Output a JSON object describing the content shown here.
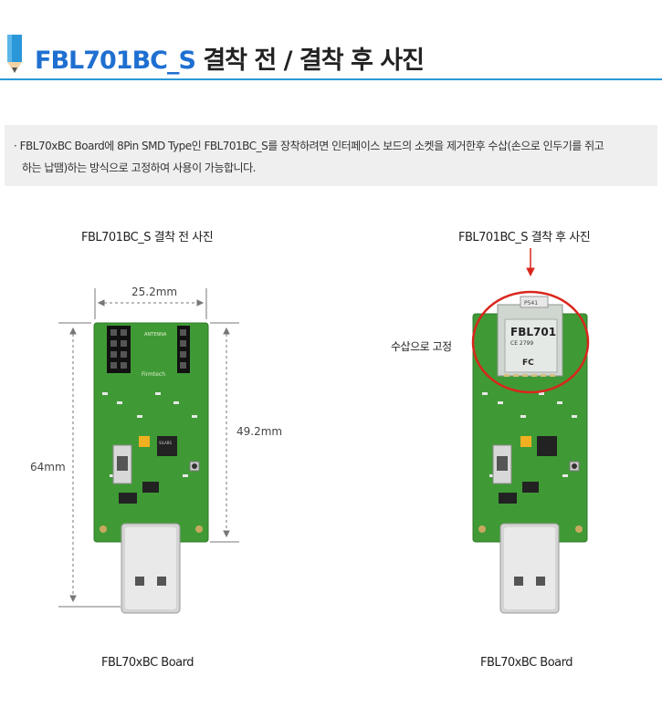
{
  "header": {
    "title_model": "FBL701BC_S",
    "title_rest": " 결착 전 / 결착 후 사진"
  },
  "notice": {
    "line1": "· FBL70xBC Board에 8Pin SMD Type인 FBL701BC_S를 장착하려면 인터페이스 보드의 소켓을 제거한후 수삽(손으로 인두기를 쥐고",
    "line2": "하는 납땜)하는 방식으로 고정하여 사용이 가능합니다."
  },
  "left": {
    "caption_top": "FBL701BC_S 결착 전 사진",
    "caption_bottom": "FBL70xBC Board",
    "dim_width": "25.2mm",
    "dim_height_full": "64mm",
    "dim_height_pcb": "49.2mm",
    "antenna_label": "ANTENNA",
    "brand_label": "Firmtech",
    "chip_label": "SILABS"
  },
  "right": {
    "caption_top": "FBL701BC_S 결착 후 사진",
    "caption_bottom": "FBL70xBC Board",
    "callout": "수삽으로 고정",
    "module_name": "FBL701",
    "module_ce": "CE 2799",
    "module_fcc": "FC",
    "module_id": "P541"
  },
  "colors": {
    "accent_blue": "#2a97d8",
    "title_blue": "#1f6fd1",
    "pcb_green": "#3f9a35",
    "circle_red": "#d9261c"
  }
}
